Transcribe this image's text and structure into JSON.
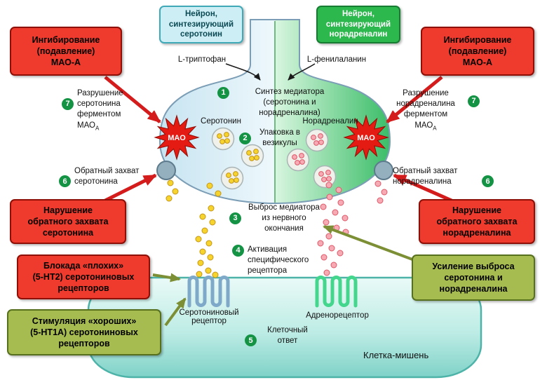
{
  "colors": {
    "red_box": "#ee3b2d",
    "olive_box": "#a6bc51",
    "cyan_box": "#cdeef4",
    "green_box": "#2db84e",
    "step_circle": "#149345",
    "serotonin_dot": "#f6d32d",
    "noradrenaline_dot": "#f6aab4",
    "mao_star": "#e41b12",
    "target_cell": "#7fd2c8"
  },
  "top_boxes": {
    "neuron_serotonin": "Нейрон,\nсинтезирующий\nсеротонин",
    "neuron_noradrenaline": "Нейрон,\nсинтезирующий\nнорадреналин"
  },
  "effect_boxes": {
    "mao_inhibition_left": "Ингибирование\n(подавление)\nМАО-А",
    "mao_inhibition_right": "Ингибирование\n(подавление)\nМАО-А",
    "reuptake_disruption_serotonin": "Нарушение\nобратного захвата\nсеротонина",
    "reuptake_disruption_noradrenaline": "Нарушение\nобратного захвата\nнорадреналина",
    "blockade_bad_receptors": "Блокада «плохих»\n(5-НТ2) серотониновых\nрецепторов",
    "stimulation_good_receptors": "Стимуляция «хороших»\n(5-НТ1А) серотониновых\nрецепторов",
    "release_enhancement": "Усиление выброса\nсеротонина и\nнорадреналина"
  },
  "steps": {
    "s1": {
      "num": "1",
      "text": "Синтез медиатора\n(серотонина и норадреналина)"
    },
    "s2": {
      "num": "2",
      "text": "Упаковка в\nвезикулы"
    },
    "s3": {
      "num": "3",
      "text": "Выброс медиатора\nиз нервного\nокончания"
    },
    "s4": {
      "num": "4",
      "text": "Активация\nспецифического\nрецептора"
    },
    "s5": {
      "num": "5",
      "text": "Клеточный\nответ"
    },
    "s6_left": {
      "num": "6",
      "text": "Обратный захват\nсеротонина"
    },
    "s6_right": {
      "num": "6",
      "text": "Обратный захват\nнорадреналина"
    },
    "s7_left": {
      "num": "7",
      "lines": "Разрушение\nсеротонина\nферментом",
      "enzyme": "МАО",
      "enzyme_sub": "А"
    },
    "s7_right": {
      "num": "7",
      "lines": "Разрушение\nнорадреналина\nферментом",
      "enzyme": "МАО",
      "enzyme_sub": "А"
    }
  },
  "labels": {
    "l_tryptophan": "L-триптофан",
    "l_phenylalanine": "L-фенилаланин",
    "serotonin": "Серотонин",
    "noradrenaline": "Норадреналин",
    "mao_left": "МАО",
    "mao_right": "МАО",
    "serotonin_receptor": "Серотониновый\nрецептор",
    "adrenoreceptor": "Адренорецептор",
    "target_cell": "Клетка-мишень"
  }
}
